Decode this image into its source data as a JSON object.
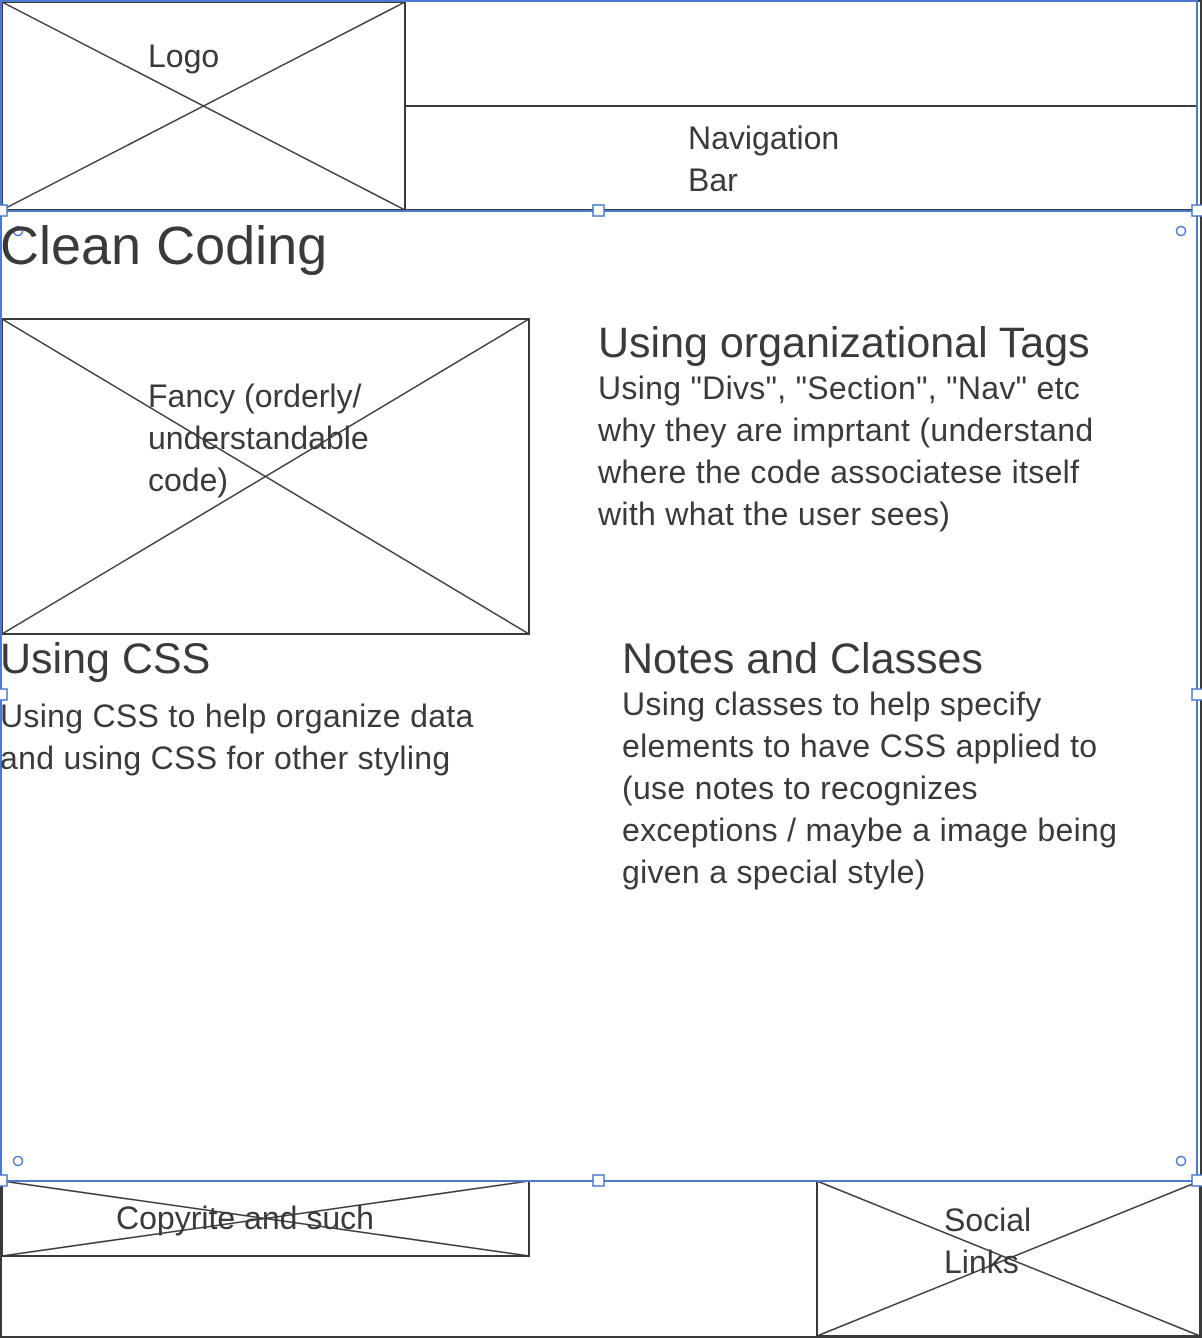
{
  "header": {
    "logo_label": "Logo",
    "nav_lines": [
      "Navigation",
      "Bar"
    ]
  },
  "page_title": "Clean Coding",
  "image_placeholder": {
    "lines": [
      "Fancy (orderly/",
      "understandable",
      "code)"
    ]
  },
  "sections": {
    "org_tags": {
      "heading": "Using organizational Tags",
      "lines": [
        "Using \"Divs\", \"Section\", \"Nav\" etc",
        "why they are imprtant (understand",
        "where the code associatese itself",
        "with what the user sees)"
      ]
    },
    "css": {
      "heading": "Using CSS",
      "lines": [
        "Using CSS to help organize data",
        "and using CSS for other styling"
      ]
    },
    "notes": {
      "heading": "Notes and Classes",
      "lines": [
        "Using classes to help specify",
        "elements to have CSS applied to",
        "(use notes to recognizes",
        "exceptions / maybe a image being",
        "given a special style)"
      ]
    }
  },
  "footer": {
    "copyright_label": "Copyrite and such",
    "social_lines": [
      "Social",
      "Links"
    ]
  },
  "colors": {
    "line": "#3a3a3a",
    "selection": "#4a7bd0"
  }
}
